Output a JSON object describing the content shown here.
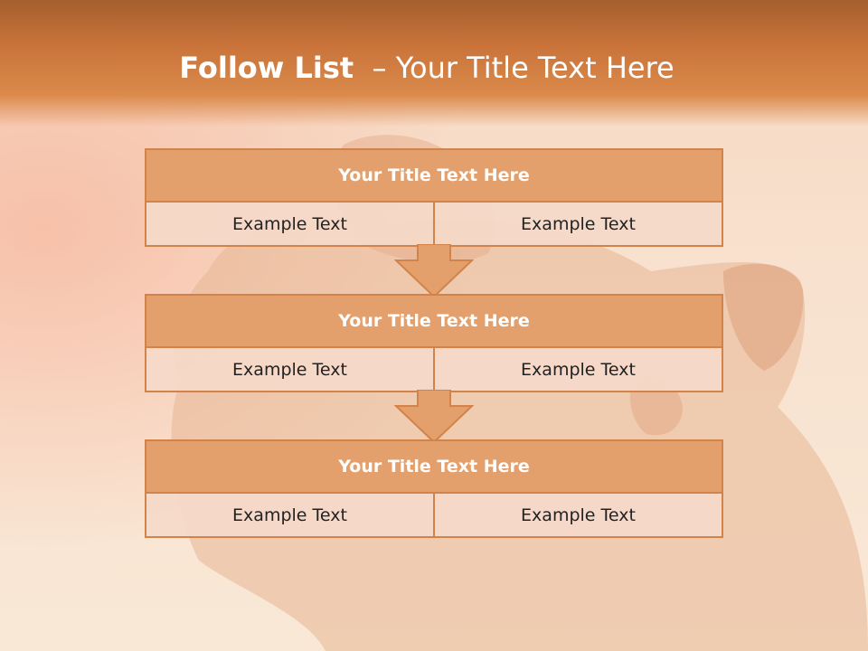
{
  "slide": {
    "title_bold": "Follow List",
    "title_rest": "  – Your Title Text Here"
  },
  "steps": [
    {
      "title": "Your Title Text Here",
      "left": "Example Text",
      "right": "Example Text"
    },
    {
      "title": "Your Title Text Here",
      "left": "Example Text",
      "right": "Example Text"
    },
    {
      "title": "Your Title Text Here",
      "left": "Example Text",
      "right": "Example Text"
    }
  ],
  "colors": {
    "header": "#d27a3e",
    "box_border": "#d2834a",
    "box_header": "#e4a06c",
    "box_cell": "#f5d9c9"
  }
}
